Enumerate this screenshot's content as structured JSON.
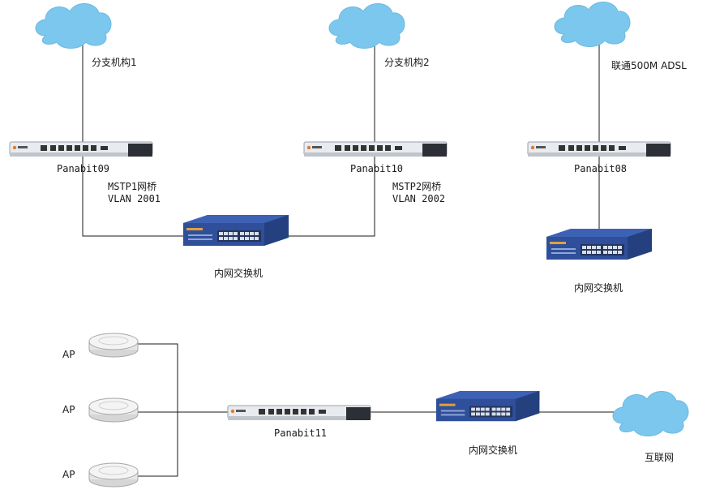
{
  "diagram": {
    "colors": {
      "cloud": "#7cc7ee",
      "switch_body": "#2f4f9a",
      "switch_top": "#3d62b5",
      "device_body": "#e8ebef",
      "device_stripe": "#c0c5cc",
      "ap": "#f1f1f1"
    },
    "labels": {
      "branch1": "分支机构1",
      "branch2": "分支机构2",
      "unicom": "联通500M ADSL",
      "pb09": "Panabit09",
      "pb10": "Panabit10",
      "pb08": "Panabit08",
      "pb11": "Panabit11",
      "mstp1_line1": "MSTP1网桥",
      "mstp1_line2": "VLAN 2001",
      "mstp2_line1": "MSTP2网桥",
      "mstp2_line2": "VLAN 2002",
      "switch_a": "内网交换机",
      "switch_b": "内网交换机",
      "switch_c": "内网交换机",
      "ap1": "AP",
      "ap2": "AP",
      "ap3": "AP",
      "internet": "互联网"
    },
    "icons": {
      "cloud": "cloud-icon",
      "gateway": "panabit-device-icon",
      "switch": "network-switch-icon",
      "access_point": "access-point-icon"
    }
  }
}
